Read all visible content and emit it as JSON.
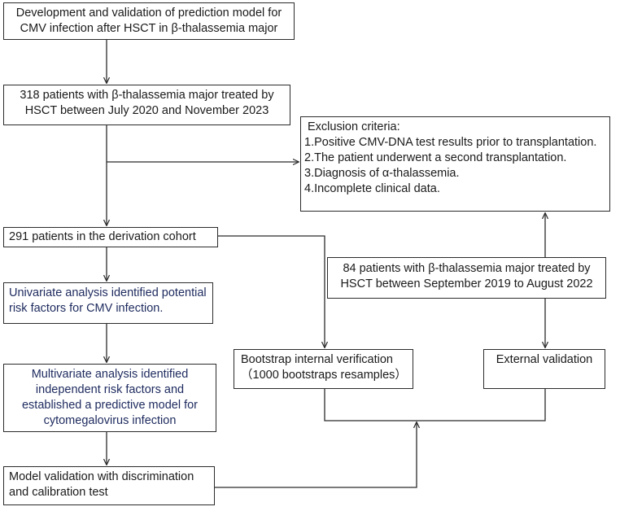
{
  "flowchart": {
    "title_box": {
      "lines": [
        "Development and validation of prediction model for",
        "CMV infection after HSCT in β-thalassemia major"
      ]
    },
    "patients_318_box": {
      "lines": [
        "318 patients with β-thalassemia major treated by",
        "HSCT between July 2020 and November 2023"
      ]
    },
    "exclusion_box": {
      "heading": "Exclusion criteria:",
      "items": [
        "1.Positive CMV-DNA test results prior to transplantation.",
        "2.The patient underwent a second transplantation.",
        "3.Diagnosis of α-thalassemia.",
        "4.Incomplete clinical data."
      ]
    },
    "derivation_box": {
      "lines": [
        "291 patients in the derivation cohort"
      ]
    },
    "univariate_box": {
      "lines": [
        "Univariate analysis identified potential",
        "risk factors for CMV infection."
      ]
    },
    "external_cohort_box": {
      "lines": [
        "84  patients with β-thalassemia major treated by",
        "HSCT between September 2019 to August 2022"
      ]
    },
    "bootstrap_box": {
      "lines": [
        "Bootstrap internal verification",
        "（1000 bootstraps resamples）"
      ]
    },
    "external_validation_box": {
      "lines": [
        "External validation"
      ]
    },
    "multivariate_box": {
      "lines": [
        "Multivariate analysis identified",
        "independent risk factors and",
        "established a predictive model for",
        "cytomegalovirus infection"
      ]
    },
    "model_validation_box": {
      "lines": [
        "Model validation with discrimination",
        "and calibration test"
      ]
    }
  }
}
